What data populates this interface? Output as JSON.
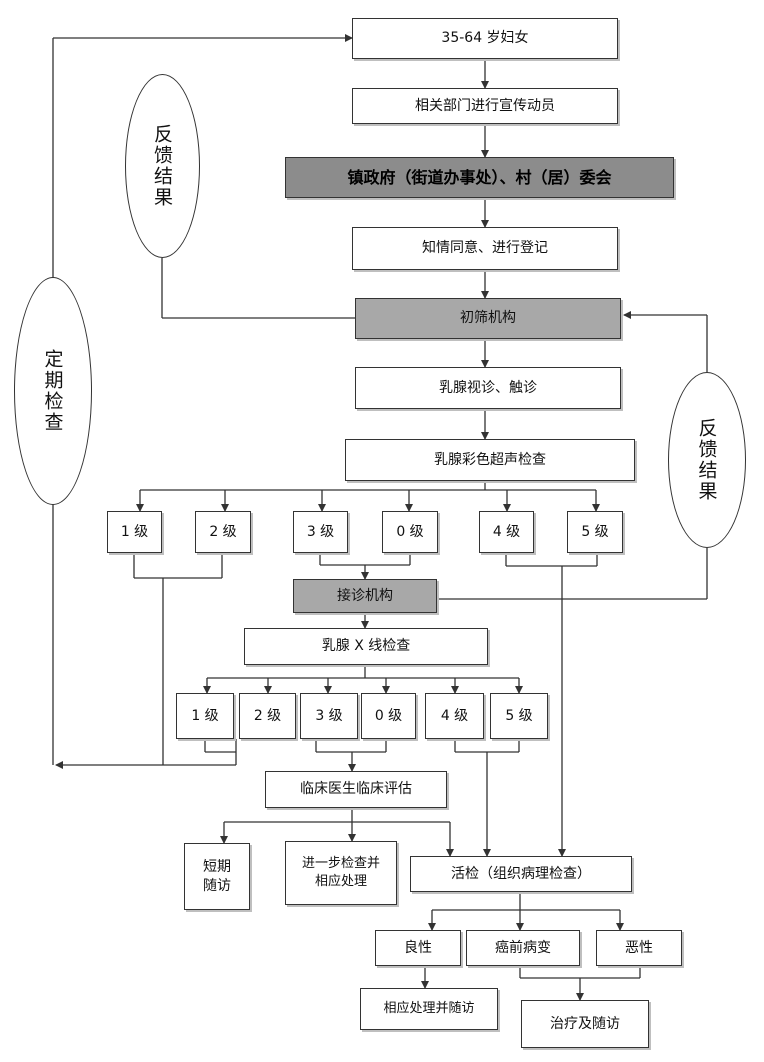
{
  "nodes": {
    "women": "35-64 岁妇女",
    "publicity": "相关部门进行宣传动员",
    "government": "镇政府（街道办事处）、村（居）委会",
    "consent": "知情同意、进行登记",
    "initial_screening": "初筛机构",
    "clinical_exam": "乳腺视诊、触诊",
    "ultrasound": "乳腺彩色超声检查",
    "us_grade1": "1 级",
    "us_grade2": "2 级",
    "us_grade3": "3 级",
    "us_grade0": "0 级",
    "us_grade4": "4 级",
    "us_grade5": "5 级",
    "referral": "接诊机构",
    "xray": "乳腺 X 线检查",
    "xr_grade1": "1 级",
    "xr_grade2": "2 级",
    "xr_grade3": "3 级",
    "xr_grade0": "0 级",
    "xr_grade4": "4 级",
    "xr_grade5": "5 级",
    "clinical_eval": "临床医生临床评估",
    "short_followup_1": "短期",
    "short_followup_2": "随访",
    "further_exam_1": "进一步检查并",
    "further_exam_2": "相应处理",
    "biopsy": "活检（组织病理检查）",
    "benign": "良性",
    "precancer": "癌前病变",
    "malignant": "恶性",
    "benign_followup": "相应处理并随访",
    "treatment": "治疗及随访"
  },
  "ovals": {
    "feedback_top": "反馈结果",
    "periodic_check": "定期检查",
    "feedback_right": "反馈结果"
  }
}
